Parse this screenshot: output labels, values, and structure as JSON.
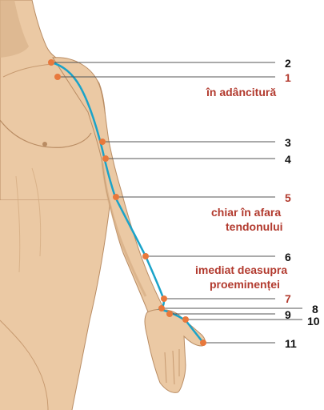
{
  "colors": {
    "skin": "#ebc9a4",
    "skin_shadow": "#d2a87e",
    "skin_line": "#b98c63",
    "meridian": "#1aa3c9",
    "point": "#e8783c",
    "leader": "#555555",
    "label_dark": "#111111",
    "label_red": "#b23a2e"
  },
  "labels": {
    "p2": "2",
    "p1": "1",
    "note1": "în adâncitură",
    "p3": "3",
    "p4": "4",
    "p5": "5",
    "note5a": "chiar în afara",
    "note5b": "tendonului",
    "p6": "6",
    "note6a": "imediat deasupra",
    "note6b": "proeminenței",
    "p7": "7",
    "p8": "8",
    "p9": "9",
    "p10": "10",
    "p11": "11"
  }
}
